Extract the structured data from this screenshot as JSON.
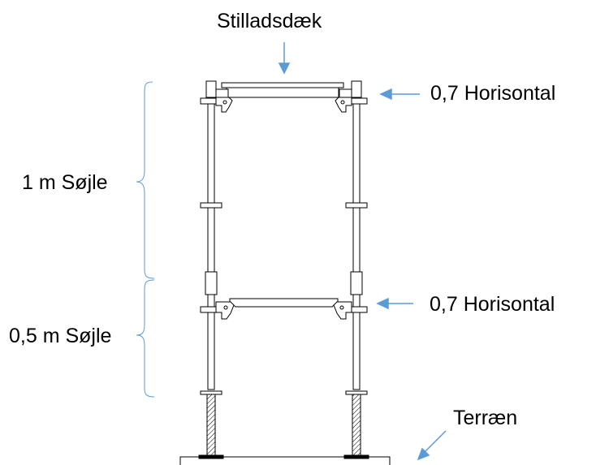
{
  "labels": {
    "deck": "Stilladsdæk",
    "horizontal_top": "0,7 Horisontal",
    "column_1m": "1 m Søjle",
    "horizontal_mid": "0,7 Horisontal",
    "column_05m": "0,5 m Søjle",
    "ground": "Terræn"
  },
  "colors": {
    "arrow": "#5b9bd5",
    "brace": "#5b9bd5",
    "line": "#000000"
  }
}
